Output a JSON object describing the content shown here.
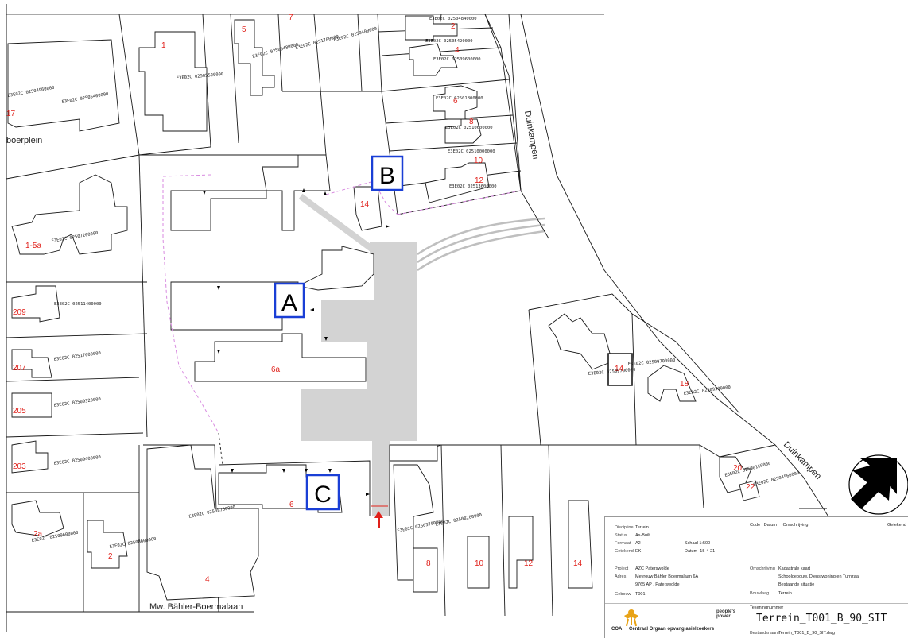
{
  "map": {
    "streets": {
      "top_left": "boerplein",
      "right_upper": "Duinkampen",
      "right_lower": "Duinkampen",
      "bottom": "Mw. Bähler-Boermalaan"
    },
    "markers": [
      {
        "label": "A"
      },
      {
        "label": "B"
      },
      {
        "label": "C"
      }
    ],
    "house_numbers": [
      "1",
      "5",
      "7",
      "2",
      "4",
      "6",
      "8",
      "10",
      "12",
      "14",
      "17",
      "1-5a",
      "209",
      "207",
      "205",
      "203",
      "2a",
      "2",
      "4",
      "6",
      "6a",
      "14",
      "18",
      "20",
      "22",
      "8",
      "10",
      "12",
      "14"
    ],
    "parcel_codes": [
      "E3E02C 02504840000",
      "E3E02C 02505420000",
      "E3E02C 02504960000",
      "E3E02C 02505400000",
      "E3E02C 02505520000",
      "E3E02C 02505480000",
      "E3E02C 0251700000",
      "E3E02C 0250400000",
      "E3E02C 02509600000",
      "E3E02C 02501800000",
      "E3E02C 02510600000",
      "E3E02C 02510000000",
      "E3E02C 02513600000",
      "E3E02C 02507200000",
      "E3E02C 02511400000",
      "E3E02C 02517600000",
      "E3E02C 02509320000",
      "E3E02C 02509400000",
      "E3E02C 02509600000",
      "E3E02C 02508600000",
      "E3E02C 02508700000",
      "E3E02C 02509700000",
      "E3E02C 02509700000",
      "E3E02C 02509300000",
      "E3E02C 02500160000",
      "E3E02C 02504560000",
      "E3E02C 02503700000",
      "E3E02C 02508200000"
    ]
  },
  "title_block": {
    "revision_header": {
      "code": "Code",
      "date": "Datum",
      "description": "Omschrijving",
      "drawn": "Getekend"
    },
    "fields": [
      {
        "key": "Discipline",
        "value": "Terrein"
      },
      {
        "key": "Status",
        "value": "As-Built"
      },
      {
        "key": "Formaat",
        "value": "A2"
      },
      {
        "key": "Getekend",
        "value": "EK"
      }
    ],
    "schaal_label": "Schaal",
    "schaal_value": "1:500",
    "datum_label": "Datum",
    "datum_value": "15-4-21",
    "project_fields": [
      {
        "key": "Project",
        "value": "AZC Paterswolde"
      },
      {
        "key": "Adres",
        "value": "Mevrouw Bähler Boermalaan 6A"
      },
      {
        "key": "",
        "value": "9765 AP , Paterswolde"
      },
      {
        "key": "Gebouw",
        "value": "T001"
      }
    ],
    "description_label": "Omschrijving",
    "description_lines": [
      "Kadastrale kaart",
      "Schoolgebouw, Dienstwoning en Turnzaal",
      "Bestaande situatie"
    ],
    "bouwlaag_label": "Bouwlaag",
    "bouwlaag_value": "Terrein",
    "tekeningnummer_label": "Tekeningnummer",
    "tekeningnummer": "Terrein_T001_B_90_SIT",
    "bestandsnaam_label": "Bestandsnaam",
    "bestandsnaam": "Terrein_T001_B_90_SIT.dwg",
    "logo_coa_abbr": "COA",
    "logo_coa_text": "Centraal Orgaan opvang asielzoekers",
    "logo_pp": "people's power"
  },
  "colors": {
    "parcel_line": "#1a1a1a",
    "building_line": "#1a1a1a",
    "house_number": "#e0201a",
    "paving": "#d3d3d3",
    "fence_dashed": "#d88ae0",
    "marker_border": "#1a3fd6",
    "entrance_arrow": "#e0201a",
    "north_arrow": "#000000"
  }
}
